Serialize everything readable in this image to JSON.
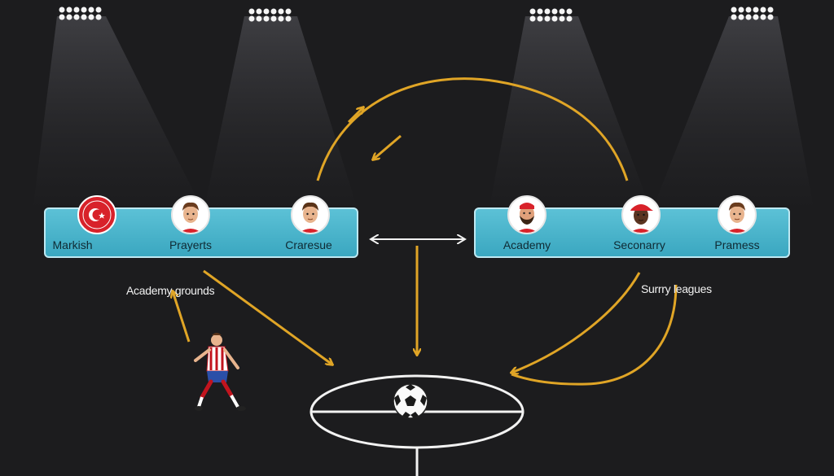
{
  "left_panel": {
    "items": [
      {
        "label": "Markish",
        "icon": "club-crest-icon"
      },
      {
        "label": "Prayerts",
        "icon": "player-avatar-icon"
      },
      {
        "label": "Craresue",
        "icon": "player-avatar-icon"
      }
    ]
  },
  "right_panel": {
    "items": [
      {
        "label": "Academy",
        "icon": "bearded-player-avatar-icon"
      },
      {
        "label": "Seconarry",
        "icon": "capped-player-avatar-icon"
      },
      {
        "label": "Pramess",
        "icon": "player-avatar-icon"
      }
    ]
  },
  "labels": {
    "academy_grounds": "Academy grounds",
    "surrey_leagues": "Surrry leagues"
  },
  "colors": {
    "background": "#1c1c1e",
    "panel": "#4db6cf",
    "arrow": "#e0a526",
    "pitch_lines": "#f2f2f2",
    "crest_red": "#d8222a"
  }
}
